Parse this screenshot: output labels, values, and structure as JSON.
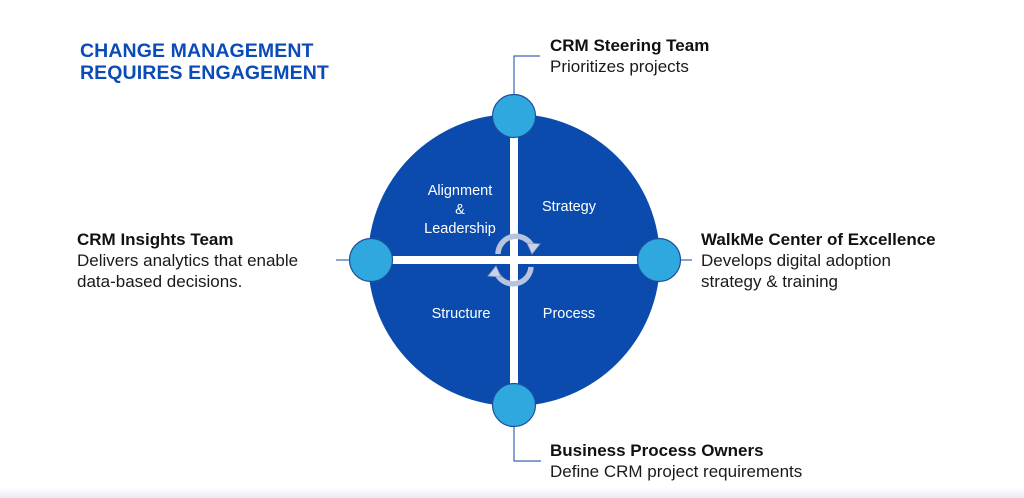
{
  "title": {
    "line1": "CHANGE MANAGEMENT",
    "line2": "REQUIRES ENGAGEMENT",
    "color": "#0a4bb8"
  },
  "diagram": {
    "circle_color": "#0a4bad",
    "node_color": "#2fa8e0",
    "connector_color": "#2e5fb0",
    "cycle_icon": "circular-arrows-icon",
    "quadrants": {
      "top_left": [
        "Alignment",
        "&",
        "Leadership"
      ],
      "top_right": "Strategy",
      "bottom_left": "Structure",
      "bottom_right": "Process"
    }
  },
  "callouts": {
    "top": {
      "heading": "CRM Steering Team",
      "lines": [
        "Prioritizes projects"
      ]
    },
    "left": {
      "heading": "CRM Insights Team",
      "lines": [
        "Delivers analytics that enable",
        "data-based decisions."
      ]
    },
    "right": {
      "heading": "WalkMe Center of Excellence",
      "lines": [
        "Develops digital adoption",
        "strategy & training"
      ]
    },
    "bottom": {
      "heading": "Business Process Owners",
      "lines": [
        "Define CRM project requirements"
      ]
    }
  }
}
